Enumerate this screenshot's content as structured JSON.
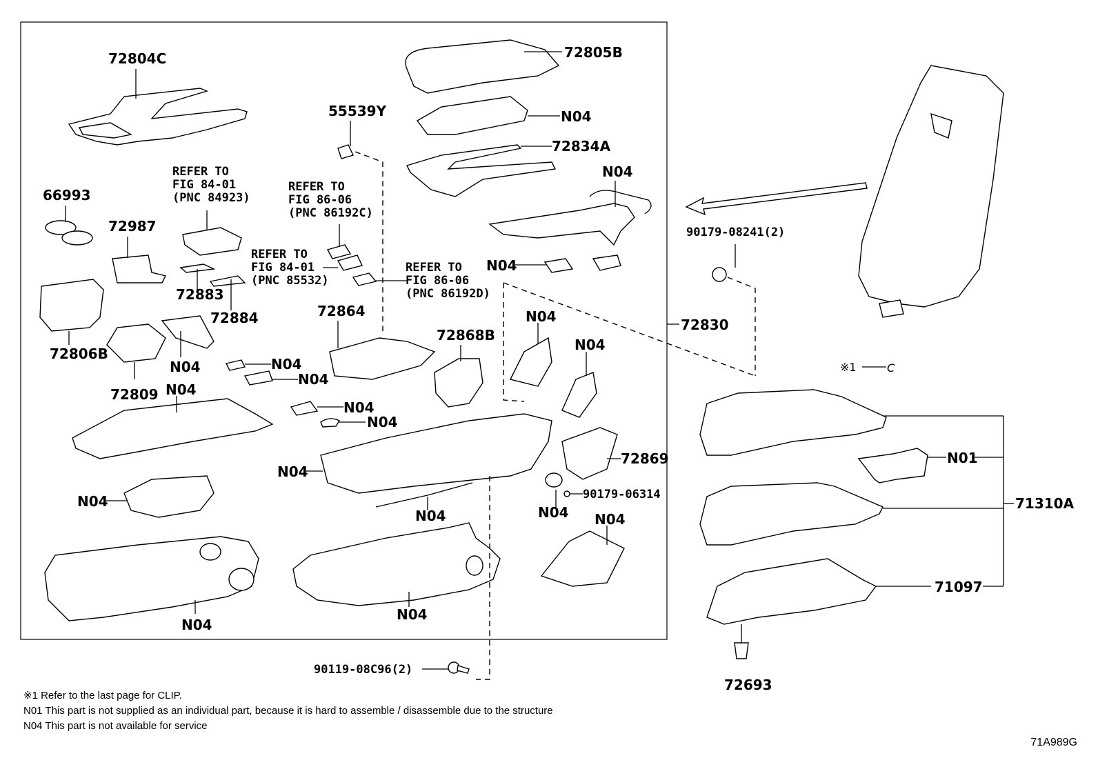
{
  "diagram": {
    "title": "Console box parts diagram",
    "figure_id": "71A989G",
    "part_labels": {
      "p72804C": "72804C",
      "p72805B": "72805B",
      "p55539Y": "55539Y",
      "pN04_lid": "N04",
      "p72834A": "72834A",
      "pN04_harness": "N04",
      "pN04_conn": "N04",
      "p66993": "66993",
      "p72987": "72987",
      "p72883": "72883",
      "p72884": "72884",
      "p72806B": "72806B",
      "p72809": "72809",
      "pN04_bracket": "N04",
      "pN04_sw1": "N04",
      "pN04_sw2": "N04",
      "pN04_base": "N04",
      "pN04_sw3": "N04",
      "pN04_sw4": "N04",
      "p72864": "72864",
      "p72868B": "72868B",
      "pN04_side1": "N04",
      "pN04_side2": "N04",
      "p72830": "72830",
      "p90179_08241": "90179-08241(2)",
      "pN04_frame": "N04",
      "p72869": "72869",
      "p90179_06314": "90179-06314",
      "pN04_damper": "N04",
      "pN04_cable": "N04",
      "pN04_pad": "N04",
      "pN04_tray": "N04",
      "pN04_lower_l": "N04",
      "pN04_lower_c": "N04",
      "p90119_08C96": "90119-08C96(2)",
      "clip_ref_mark": "※1",
      "clip_ref_letter": "C",
      "pN01": "N01",
      "p71310A": "71310A",
      "p71097": "71097",
      "p72693": "72693"
    },
    "refer_notes": [
      {
        "line1": "REFER TO",
        "line2": "FIG 84-01",
        "line3": "(PNC 84923)"
      },
      {
        "line1": "REFER TO",
        "line2": "FIG 86-06",
        "line3": "(PNC 86192C)"
      },
      {
        "line1": "REFER TO",
        "line2": "FIG 84-01",
        "line3": "(PNC 85532)"
      },
      {
        "line1": "REFER TO",
        "line2": "FIG 86-06",
        "line3": "(PNC 86192D)"
      }
    ]
  },
  "footnotes": [
    "※1 Refer to the last page for CLIP.",
    "N01 This part is not supplied as an individual part, because it is hard to assemble / disassemble due to the structure",
    "N04 This part is not available for service"
  ]
}
